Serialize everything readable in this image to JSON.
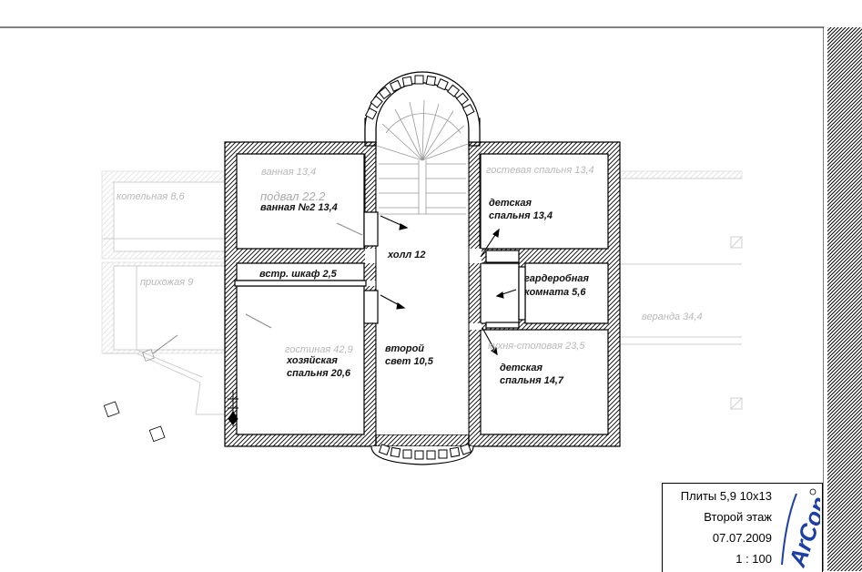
{
  "rooms": [
    {
      "key": "hall",
      "text": "холл 12"
    },
    {
      "key": "bath2",
      "text": "ванная №2 13,4"
    },
    {
      "key": "wardrobe",
      "text": "встр. шкаф 2,5"
    },
    {
      "key": "master1",
      "text": "хозяйская"
    },
    {
      "key": "master2",
      "text": "спальня 20,6"
    },
    {
      "key": "secondlight1",
      "text": "второй"
    },
    {
      "key": "secondlight2",
      "text": "свет 10,5"
    },
    {
      "key": "kids1a",
      "text": "детская"
    },
    {
      "key": "kids1b",
      "text": "спальня 13,4"
    },
    {
      "key": "dressing1",
      "text": "гардеробная"
    },
    {
      "key": "dressing2",
      "text": "комната 5,6"
    },
    {
      "key": "kids2a",
      "text": "детская"
    },
    {
      "key": "kids2b",
      "text": "спальня 14,7"
    }
  ],
  "ghost_rooms": [
    {
      "key": "bath",
      "text": "ванная 13,4"
    },
    {
      "key": "basement",
      "text": "подвал 22.2"
    },
    {
      "key": "boiler",
      "text": "котельная 8,6"
    },
    {
      "key": "entry",
      "text": "прихожая 9"
    },
    {
      "key": "living",
      "text": "гостиная 42,9"
    },
    {
      "key": "guest",
      "text": "гостевая спальня 13,4"
    },
    {
      "key": "kitchen",
      "text": "кухня-столовая 23,5"
    },
    {
      "key": "veranda",
      "text": "веранда 34,4"
    }
  ],
  "stamp": {
    "title": "Плиты 5,9 10x13",
    "floor": "Второй этаж",
    "date": "07.07.2009",
    "scale": "1 : 100"
  },
  "logo": {
    "text": "ArCon"
  },
  "colors": {
    "ink": "#000000",
    "ghost": "#b8b8b8",
    "logo": "#1b3fa6"
  }
}
